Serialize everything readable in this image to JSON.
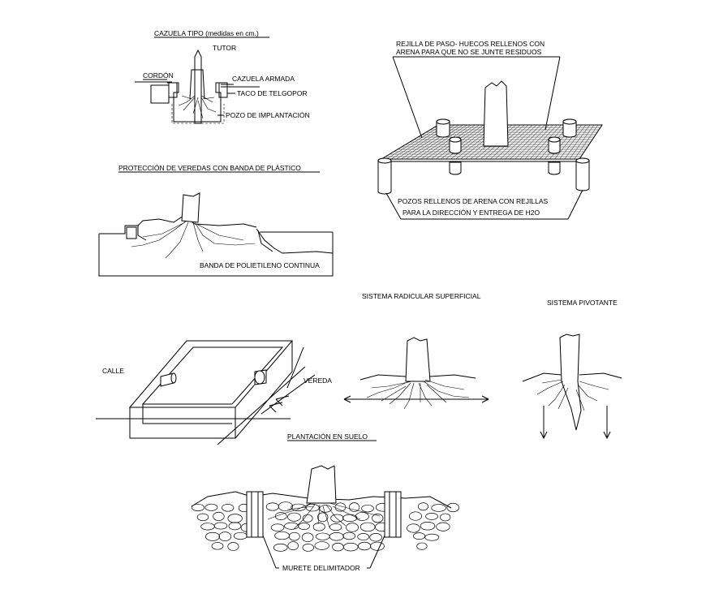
{
  "cazuela_tipo": {
    "title": "CAZUELA TIPO (medidas en cm.)",
    "labels": {
      "tutor": "TUTOR",
      "cordon": "CORDÓN",
      "cazuela_armada": "CAZUELA ARMADA",
      "taco_telgopor": "TACO DE TELGOPOR",
      "pozo_implantacion": "POZO DE IMPLANTACIÓN"
    }
  },
  "rejilla": {
    "top_note_line1": "REJILLA DE PASO- HUECOS RELLENOS CON",
    "top_note_line2": "ARENA PARA QUE NO SE JUNTE RESIDUOS",
    "bottom_note_line1": "POZOS RELLENOS DE ARENA CON REJILLAS",
    "bottom_note_line2": "PARA LA DIRECCIÓN Y ENTREGA DE H2O"
  },
  "proteccion": {
    "title": "PROTECCIÓN DE VEREDAS CON BANDA DE PLÁSTICO",
    "banda_label": "BANDA DE POLIETILENO CONTINUA"
  },
  "radicular_superficial": {
    "title": "SISTEMA RADICULAR SUPERFICIAL"
  },
  "pivotante": {
    "title": "SISTEMA PIVOTANTE"
  },
  "plantacion": {
    "title": "PLANTACIÓN EN SUELO",
    "calle": "CALLE",
    "vereda": "VEREDA"
  },
  "murete": {
    "label": "MURETE DELIMITADOR"
  }
}
